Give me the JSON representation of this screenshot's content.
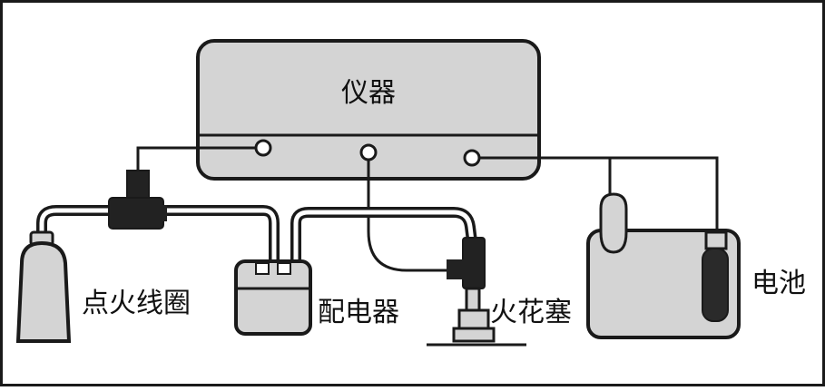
{
  "labels": {
    "instrument": "仪器",
    "ignition_coil": "点火线圈",
    "distributor": "配电器",
    "spark_plug": "火花塞",
    "battery": "电池"
  },
  "colors": {
    "device_fill": "#d4d4d4",
    "stroke": "#1a1a1a",
    "connector": "#222222",
    "background": "#ffffff"
  }
}
